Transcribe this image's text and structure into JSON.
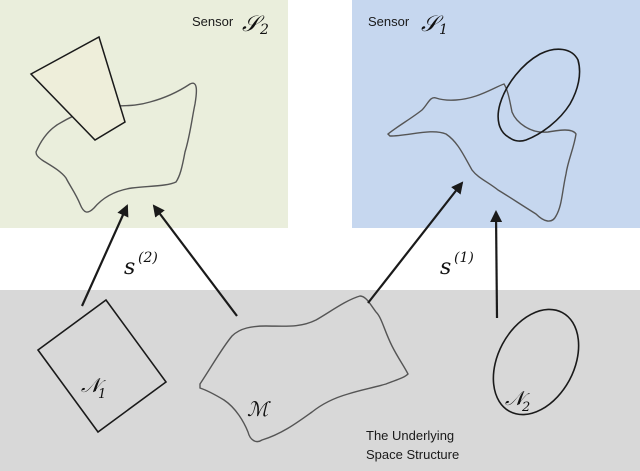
{
  "panels": {
    "sensor2": {
      "label": "Sensor",
      "symbol": "𝒮",
      "subscript": "2",
      "color": "#eaeedc"
    },
    "sensor1": {
      "label": "Sensor",
      "symbol": "𝒮",
      "subscript": "1",
      "color": "#c6d7ef"
    },
    "underlying": {
      "line1": "The Underlying",
      "line2": "Space Structure",
      "color": "#d8d8d8"
    }
  },
  "manifolds": {
    "n1": {
      "symbol": "𝒩",
      "subscript": "1"
    },
    "m": {
      "symbol": "ℳ"
    },
    "n2": {
      "symbol": "𝒩",
      "subscript": "2"
    }
  },
  "maps": {
    "s2": {
      "base": "s",
      "superscript": "(2)"
    },
    "s1": {
      "base": "s",
      "superscript": "(1)"
    }
  },
  "colors": {
    "ink": "#1a1a1a",
    "curve": "#555555",
    "polygon_fill": "#eeeeda"
  }
}
